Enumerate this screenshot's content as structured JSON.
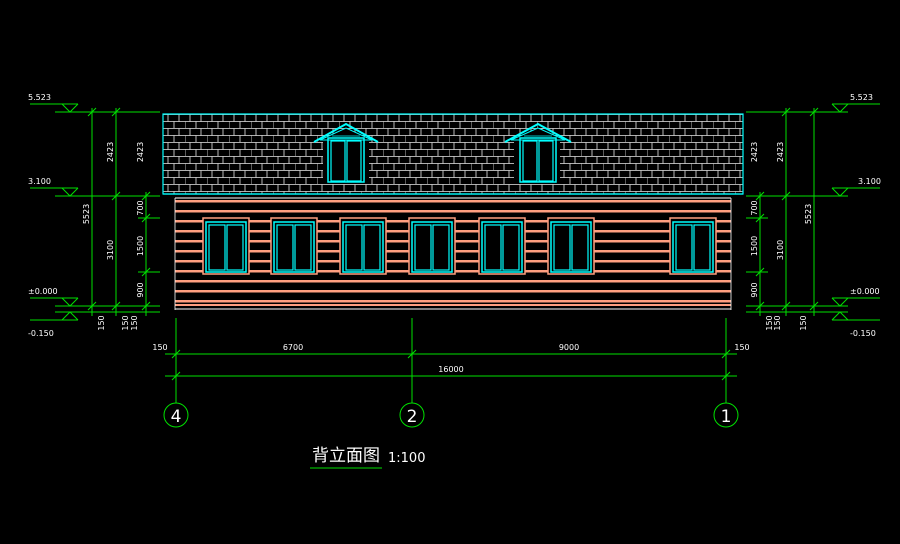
{
  "drawing": {
    "title": "背立面图",
    "scale": "1:100"
  },
  "levels": {
    "top": "5.523",
    "eave": "3.100",
    "ground": "±0.000",
    "below": "-0.150"
  },
  "vertical_dims": {
    "roof": "2423",
    "wall_total": "3100",
    "overall": "5523",
    "top_band": "700",
    "window": "1500",
    "sill": "900",
    "plinth": "150"
  },
  "horizontal_dims": {
    "left_overhang": "150",
    "right_overhang": "150",
    "span_left": "6700",
    "span_right": "9000",
    "total": "16000"
  },
  "axes": [
    "4",
    "2",
    "1"
  ],
  "colors": {
    "background": "#000000",
    "dimension": "#00e000",
    "outline": "#00ffff",
    "siding": "#ff9f80",
    "text": "#ffffff"
  }
}
